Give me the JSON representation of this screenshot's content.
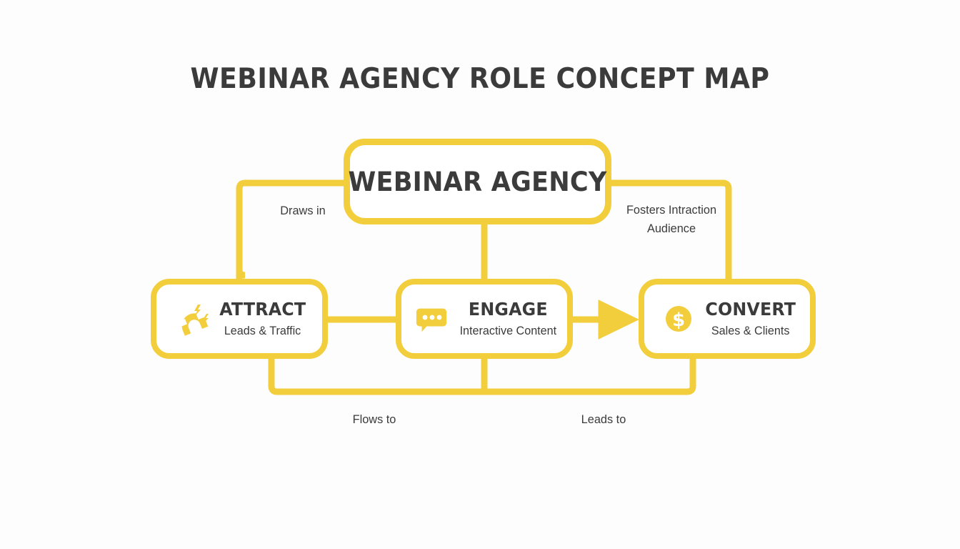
{
  "page": {
    "title": "WEBINAR AGENCY ROLE CONCEPT MAP",
    "background_color": "#fdfdfd",
    "accent_color": "#f2ce3c",
    "text_color": "#3b3b3b"
  },
  "diagram": {
    "type": "concept-map",
    "central_node": {
      "id": "webinar-agency",
      "title": "WEBINAR AGENCY"
    },
    "nodes": [
      {
        "id": "attract",
        "heading": "ATTRACT",
        "caption": "Leads & Traffic",
        "icon": "magnet-icon"
      },
      {
        "id": "engage",
        "heading": "ENGAGE",
        "caption": "Interactive Content",
        "icon": "speech-bubble-icon"
      },
      {
        "id": "convert",
        "heading": "CONVERT",
        "caption": "Sales & Clients",
        "icon": "dollar-coin-icon"
      }
    ],
    "edge_labels": {
      "draws_in": "Draws in",
      "fosters_line1": "Fosters Intraction",
      "fosters_line2": "Audience",
      "flows_to": "Flows to",
      "leads_to": "Leads to"
    }
  }
}
